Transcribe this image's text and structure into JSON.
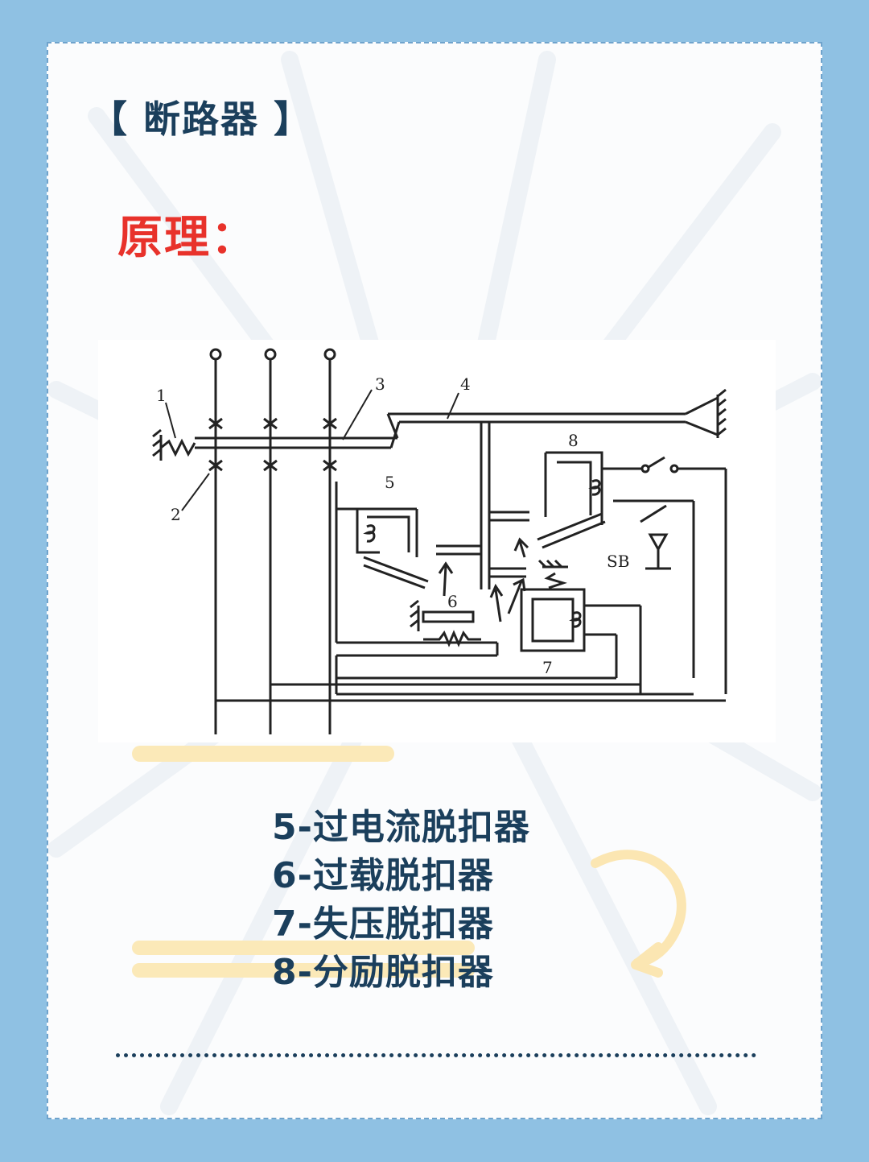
{
  "heading": "【 断路器 】",
  "principle_label": "原理：",
  "diagram": {
    "labels": [
      "1",
      "2",
      "3",
      "4",
      "5",
      "6",
      "7",
      "8",
      "SB"
    ]
  },
  "legend": [
    "5-过电流脱扣器",
    "6-过载脱扣器",
    "7-失压脱扣器",
    "8-分励脱扣器"
  ],
  "colors": {
    "background": "#8fc1e3",
    "heading": "#1b3f5c",
    "principle": "#e8322b",
    "highlight": "#fbe9b8"
  }
}
